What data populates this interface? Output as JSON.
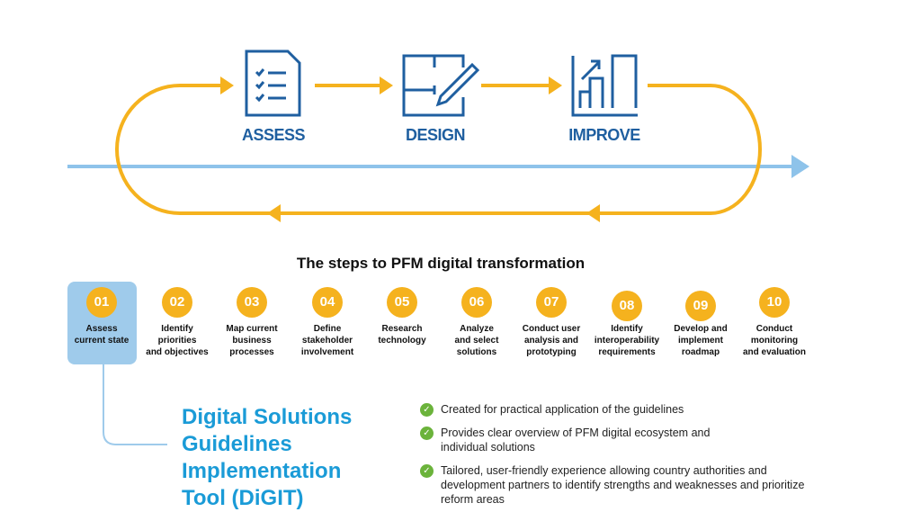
{
  "colors": {
    "orange": "#F5B21E",
    "icon_blue": "#1F5FA0",
    "line_blue": "#8EC3EA",
    "tool_blue": "#1A9BD7",
    "highlight": "#9FCBEB",
    "check_green": "#6BB33B"
  },
  "cycle": {
    "phases": [
      {
        "label": "ASSESS",
        "icon": "checklist-icon"
      },
      {
        "label": "DESIGN",
        "icon": "blueprint-pencil-icon"
      },
      {
        "label": "IMPROVE",
        "icon": "growth-chart-icon"
      }
    ]
  },
  "steps_title": "The steps to PFM digital transformation",
  "steps": [
    {
      "num": "01",
      "label": "Assess\ncurrent state",
      "active": true
    },
    {
      "num": "02",
      "label": "Identify\npriorities\nand objectives"
    },
    {
      "num": "03",
      "label": "Map current\nbusiness\nprocesses"
    },
    {
      "num": "04",
      "label": "Define\nstakeholder\ninvolvement"
    },
    {
      "num": "05",
      "label": "Research\ntechnology"
    },
    {
      "num": "06",
      "label": "Analyze\nand select\nsolutions"
    },
    {
      "num": "07",
      "label": "Conduct user\nanalysis and\nprototyping"
    },
    {
      "num": "08",
      "label": "Identify\ninteroperability\nrequirements"
    },
    {
      "num": "09",
      "label": "Develop and\nimplement\nroadmap"
    },
    {
      "num": "10",
      "label": "Conduct\nmonitoring\nand evaluation"
    }
  ],
  "tool_name": "Digital Solutions\nGuidelines\nImplementation\nTool (DiGIT)",
  "bullets": [
    "Created for practical application of the guidelines",
    "Provides clear overview of PFM digital ecosystem and individual solutions",
    "Tailored, user-friendly experience allowing country authorities and development partners to identify strengths and weaknesses and prioritize reform areas"
  ]
}
